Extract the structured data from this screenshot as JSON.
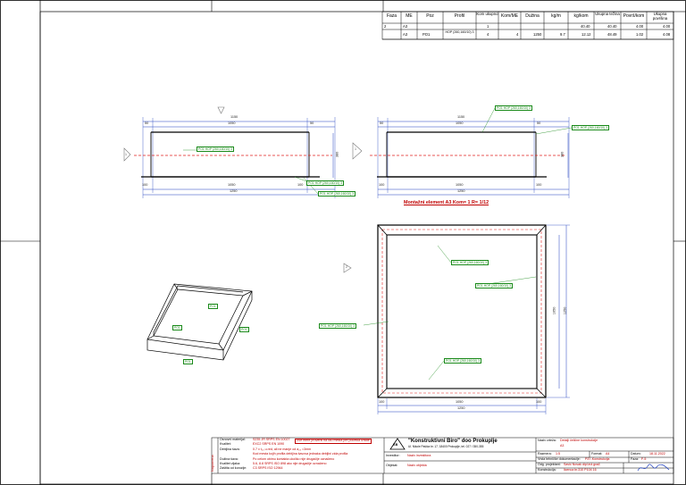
{
  "bom": {
    "headers": [
      "Faza",
      "ME",
      "Poz",
      "Profil",
      "Kom ukupno",
      "Kom/ME",
      "Dužina",
      "kg/m",
      "kg/kom",
      "Ukupna težina",
      "Površ/kom",
      "Ukupna površina"
    ],
    "rows": [
      [
        "2",
        "A3",
        "",
        "",
        "1",
        "",
        "",
        "",
        "40.40",
        "40.40",
        "4.00",
        "4.00"
      ],
      [
        "",
        "A3",
        "PO1",
        "HOP (260,160/10) 3",
        "4",
        "4",
        "1250",
        "9.7",
        "12.12",
        "48.49",
        "1.02",
        "4.08"
      ]
    ]
  },
  "drawing": {
    "caption": "Montažni element A3  Kom= 1  R= 1/12",
    "section_markers": [
      "1",
      "1",
      "2"
    ],
    "dims": {
      "overall": "1150",
      "inner": "1050",
      "side": "50",
      "end": "100",
      "length": "1250",
      "mid": "1050",
      "height": "380",
      "plan_height_a": "1050",
      "plan_height_b": "1250"
    },
    "tags": {
      "top": "PO1 HOP (260,160/10) 3",
      "mid": "PO1 HOP (260,160/10) 3",
      "bottom": "PO1 HOP (260,160/10) 3",
      "iso": "PO1"
    }
  },
  "notes": {
    "rows": [
      [
        "Osnovni materijal:",
        "S235 JR SRPS EN 10027",
        "Sve mere proveriti na licu mesta pre početka izrade"
      ],
      [
        "Kvalitet:",
        "EXC2 SRPS EN 1090",
        ""
      ],
      [
        "Debljina šava:",
        "0.7 x t₂₃ u.red, ali ne manje od a₂₃ =3mm",
        ""
      ],
      [
        "",
        "Kod mesta kojih profila debljina šavova jednaka debljini zida profila",
        ""
      ],
      [
        "Dužina šava:",
        "Po celom obimu kontakta ukoliko nije drugačije označeno",
        ""
      ],
      [
        "Kvalitet vijaka:",
        "5.6, 8.8 SRPS ISO 898 ako nije drugačije označeno",
        ""
      ],
      [
        "Zaštita od korozije:",
        "C3 SRPS ISO 12944",
        ""
      ]
    ],
    "side_label": "Napomena"
  },
  "company": {
    "name": "\"Konstruktivni Biro\" doo Prokuplje",
    "address": "Ul. Nikole Pašića br. 17, 18400 Prokuplje, tel. 027 / 350-355",
    "logo_text": "KB",
    "investor_label": "Investitor:",
    "investor_value": "Naziv investitora",
    "object_label": "Objekat:",
    "object_value": "Naziv objekta"
  },
  "titleblock": {
    "title_label": "Naziv crteža:",
    "title_value": "Detalji čelične konstrukcije",
    "title_sub": "A3",
    "scale_label": "Razmera:",
    "scale_value": "1:5",
    "format_label": "Format:",
    "format_value": "A4",
    "date_label": "Datum:",
    "date_value": "18.11.2022",
    "type_label": "Vrsta tehničke dokumentacije:",
    "type_value": "PZI -Konstrukcija",
    "phase_label": "Faza:",
    "phase_value": "F-5",
    "designer_label": "Odg. projektant:",
    "designer_value": "Savić Novak dipl.inž.građ.",
    "drawing_label": "Konstrukcija:",
    "drawing_value": "licenca br.310 P104 16"
  },
  "colors": {
    "dim": "#1f3fbf",
    "axis": "#e0201f",
    "tag": "#1a8a1a",
    "line": "#000000"
  }
}
